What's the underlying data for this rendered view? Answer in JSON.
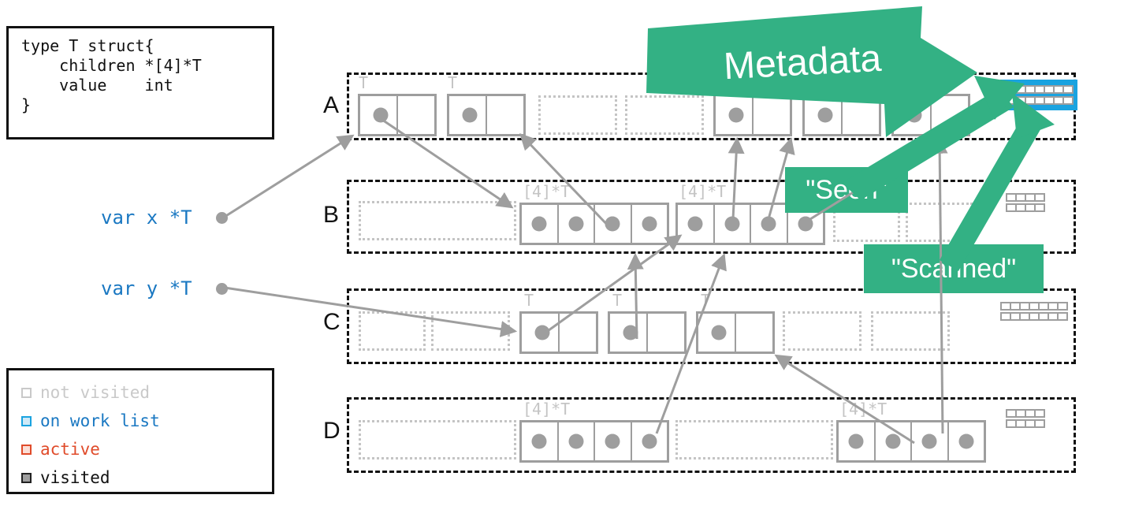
{
  "code_box": {
    "text": "type T struct{\n    children *[4]*T\n    value    int\n}"
  },
  "legend": {
    "items": [
      {
        "label": "not visited",
        "color": "#c9c9c9",
        "state": "not-visited"
      },
      {
        "label": "on work list",
        "color": "#1a78c2",
        "state": "on-work-list"
      },
      {
        "label": "active",
        "color": "#e04b2a",
        "state": "active"
      },
      {
        "label": "visited",
        "color": "#111111",
        "state": "visited"
      }
    ]
  },
  "variables": [
    {
      "name": "var-x",
      "label": "var x *T"
    },
    {
      "name": "var-y",
      "label": "var y *T"
    }
  ],
  "callouts": {
    "metadata": "Metadata",
    "seen": "\"Seen\"",
    "scanned": "\"Scanned\""
  },
  "colors": {
    "green": "#33b184",
    "blue": "#1aa3e0",
    "gray": "#9e9e9e",
    "light_gray": "#c4c4c4",
    "black": "#111111",
    "var_blue": "#1a78c2",
    "active_red": "#e04b2a"
  },
  "rows": [
    {
      "letter": "A",
      "objects": [
        {
          "kind": "object",
          "tag": "T",
          "cells": 2,
          "dots": [
            0
          ]
        },
        {
          "kind": "object",
          "tag": "T",
          "cells": 2,
          "dots": [
            0
          ]
        },
        {
          "kind": "free",
          "tag": ""
        },
        {
          "kind": "free",
          "tag": ""
        },
        {
          "kind": "object",
          "tag": "",
          "cells": 2,
          "dots": [
            0
          ]
        },
        {
          "kind": "object",
          "tag": "",
          "cells": 2,
          "dots": [
            0
          ]
        },
        {
          "kind": "object",
          "tag": "",
          "cells": 2,
          "dots": [
            0
          ]
        }
      ],
      "bitmap": {
        "rows": 2,
        "cols": 7,
        "state": "on-work-list"
      }
    },
    {
      "letter": "B",
      "objects": [
        {
          "kind": "free",
          "tag": ""
        },
        {
          "kind": "array",
          "tag": "[4]*T",
          "cells": 4,
          "dots": [
            0,
            1,
            2,
            3
          ]
        },
        {
          "kind": "array",
          "tag": "[4]*T",
          "cells": 4,
          "dots": [
            0,
            1,
            2,
            3
          ]
        },
        {
          "kind": "free",
          "tag": ""
        },
        {
          "kind": "free",
          "tag": ""
        }
      ],
      "bitmap": {
        "rows": 2,
        "cols": 4,
        "state": "not-visited"
      }
    },
    {
      "letter": "C",
      "objects": [
        {
          "kind": "free",
          "tag": ""
        },
        {
          "kind": "free",
          "tag": ""
        },
        {
          "kind": "object",
          "tag": "T",
          "cells": 2,
          "dots": [
            0
          ]
        },
        {
          "kind": "object",
          "tag": "T",
          "cells": 2,
          "dots": [
            0
          ]
        },
        {
          "kind": "object",
          "tag": "T",
          "cells": 2,
          "dots": [
            0
          ]
        },
        {
          "kind": "free",
          "tag": ""
        },
        {
          "kind": "free",
          "tag": ""
        }
      ],
      "bitmap": {
        "rows": 2,
        "cols": 7,
        "state": "not-visited"
      }
    },
    {
      "letter": "D",
      "objects": [
        {
          "kind": "free",
          "tag": ""
        },
        {
          "kind": "array",
          "tag": "[4]*T",
          "cells": 4,
          "dots": [
            0,
            1,
            2,
            3
          ]
        },
        {
          "kind": "free",
          "tag": ""
        },
        {
          "kind": "array",
          "tag": "[4]*T",
          "cells": 4,
          "dots": [
            0,
            1,
            2,
            3
          ]
        }
      ],
      "bitmap": {
        "rows": 2,
        "cols": 4,
        "state": "not-visited"
      }
    }
  ]
}
